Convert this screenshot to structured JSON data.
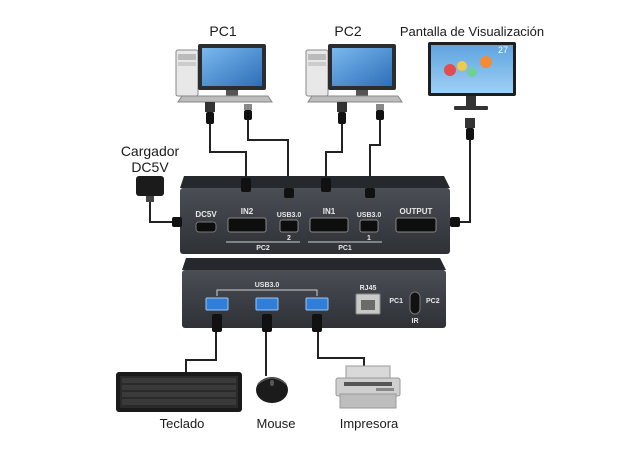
{
  "labels": {
    "pc1": "PC1",
    "pc2": "PC2",
    "display": "Pantalla de Visualización",
    "charger_line1": "Cargador",
    "charger_line2": "DC5V",
    "keyboard": "Teclado",
    "mouse": "Mouse",
    "printer": "Impresora"
  },
  "front_panel": {
    "dc5v": "DC5V",
    "in2": "IN2",
    "usb3_a": "USB3.0",
    "port2": "2",
    "pc2_group": "PC2",
    "in1": "IN1",
    "usb3_b": "USB3.0",
    "port1": "1",
    "pc1_group": "PC1",
    "output": "OUTPUT"
  },
  "back_panel": {
    "usb3": "USB3.0",
    "rj45": "RJ45",
    "pc1": "PC1",
    "pc2": "PC2",
    "ir": "IR"
  },
  "colors": {
    "device_body": "#3a3d42",
    "device_top": "#2b2e33",
    "cable": "#222222",
    "usb_blue": "#2f7fd8",
    "monitor_screen": "#4a90d9"
  }
}
